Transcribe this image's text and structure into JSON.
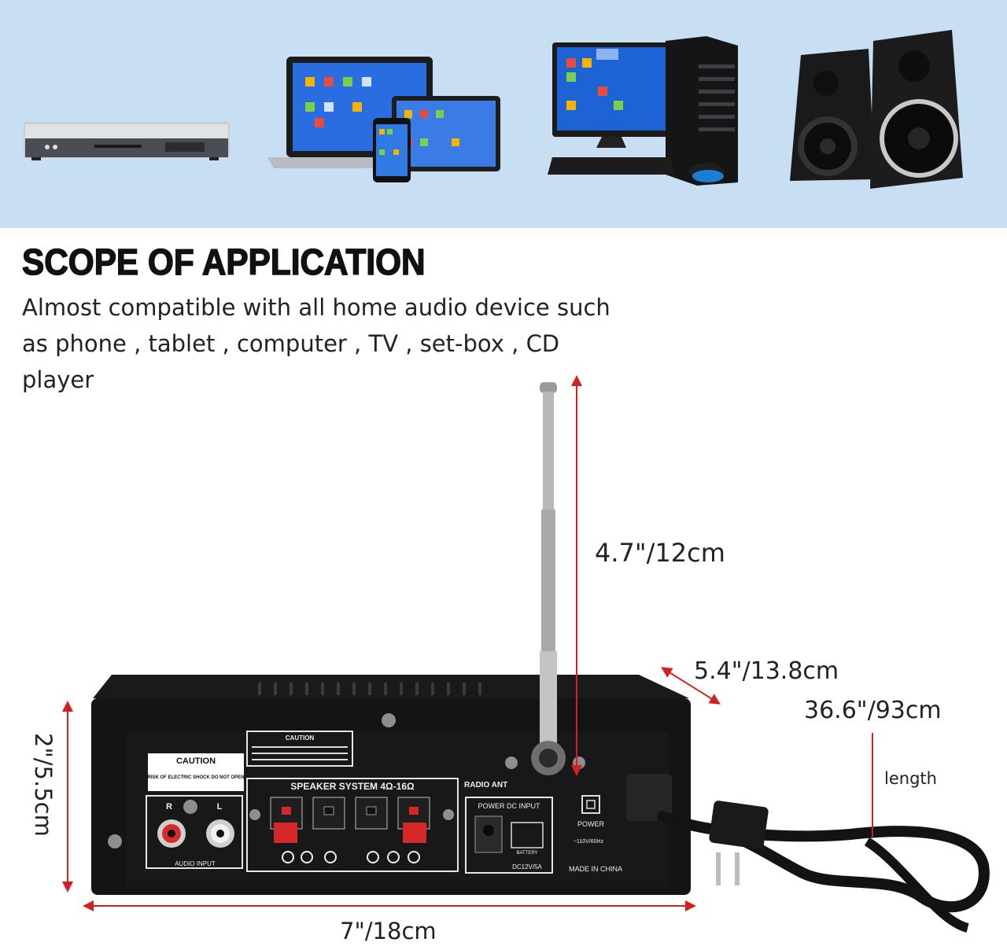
{
  "heading": {
    "title": "SCOPE OF APPLICATION"
  },
  "description": {
    "line1": "Almost compatible with all home audio device such",
    "line2": "as phone , tablet , computer , TV , set-box , CD player"
  },
  "devices": [
    "dvd-player",
    "laptop-tablet-phone",
    "desktop-computer",
    "speakers"
  ],
  "dimensions": {
    "antenna": "4.7\"/12cm",
    "depth": "5.4\"/13.8cm",
    "cord": "36.6\"/93cm",
    "cord_label": "length",
    "width": "7\"/18cm",
    "height": "2\"/5.5cm"
  },
  "panel_labels": {
    "caution": "CAUTION",
    "caution_text": "RISK OF ELECTRIC SHOCK DO NOT OPEN",
    "caution_big": "CAUTION",
    "speaker_system": "SPEAKER SYSTEM 4Ω-16Ω",
    "radio_ant": "RADIO ANT",
    "power_dc_input": "POWER DC INPUT",
    "power": "POWER",
    "voltage": "~110V/60Hz",
    "battery": "BATTERY",
    "dc_rating": "DC12V/5A",
    "audio_input": "AUDIO INPUT",
    "made_in": "MADE IN CHINA",
    "r": "R",
    "l": "L"
  },
  "colors": {
    "banner": "#c7def3",
    "dimension_line": "#d42020",
    "device_body": "#141414"
  }
}
